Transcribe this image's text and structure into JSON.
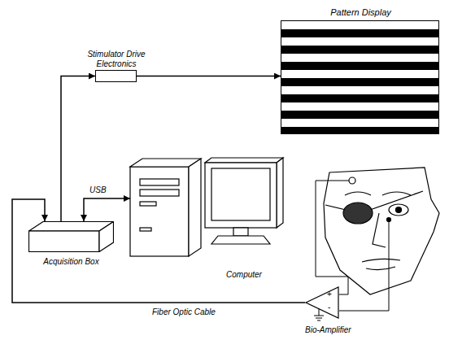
{
  "diagram": {
    "nodes": [
      {
        "text": [
          "Stimulator Drive Electronics"
        ]
      },
      {
        "text": [
          "Pattern Display"
        ]
      },
      {
        "text": [
          "Acquisition Box"
        ]
      },
      {
        "text": [
          "Computer"
        ]
      },
      {
        "text": [
          "Bio-Amplifier",
          "+",
          "-"
        ]
      }
    ],
    "edges": [
      {
        "from": 2,
        "to": 0,
        "arrow": "to"
      },
      {
        "from": 0,
        "to": 1,
        "arrow": "to"
      },
      {
        "from": 2,
        "to": 3,
        "label": "USB",
        "arrow": "both"
      },
      {
        "from": 4,
        "to": 2,
        "label": "Fiber Optic Cable",
        "arrow": "to"
      }
    ]
  }
}
